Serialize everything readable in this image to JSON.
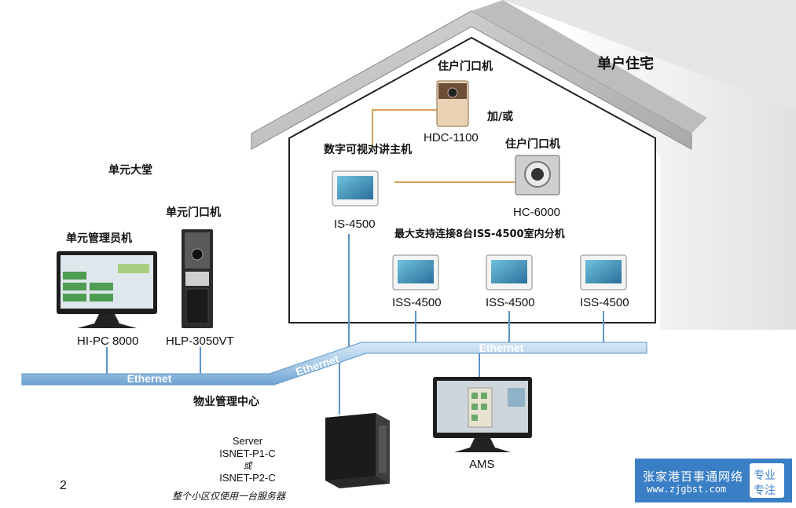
{
  "labels": {
    "single_home": "单户住宅",
    "door_station_top": "住户门口机",
    "model_hdc": "HDC-1100",
    "and_or": "加/或",
    "digital_master": "数字可视对讲主机",
    "door_station_right": "住户门口机",
    "model_is4500": "IS-4500",
    "model_hc": "HC-6000",
    "max_support": "最大支持连接8台ISS-4500室内分机",
    "iss_1": "ISS-4500",
    "iss_2": "ISS-4500",
    "iss_3": "ISS-4500",
    "unit_lobby": "单元大堂",
    "unit_door": "单元门口机",
    "unit_manager": "单元管理员机",
    "model_hipc": "HI-PC 8000",
    "model_hlp": "HLP-3050VT",
    "ethernet_left": "Ethernet",
    "ethernet_mid": "Ethernet",
    "ethernet_right": "Ethernet",
    "property_center": "物业管理中心",
    "server_1": "Server",
    "server_2": "ISNET-P1-C",
    "server_3": "或",
    "server_4": "ISNET-P2-C",
    "server_note": "整个小区仅使用一台服务器",
    "ams": "AMS",
    "page_number": "2"
  },
  "watermark": {
    "title": "张家港百事通网络",
    "url": "www.zjgbst.com",
    "badge_line1": "专业",
    "badge_line2": "专注"
  },
  "colors": {
    "ethernet": "#a9cbe8",
    "ethernet_dark": "#5d95c8",
    "cable_orange": "#d8a15a",
    "cable_blue": "#5d95c8",
    "roof": "#c5c5c5",
    "watermark_bg": "#3a7fc6"
  }
}
